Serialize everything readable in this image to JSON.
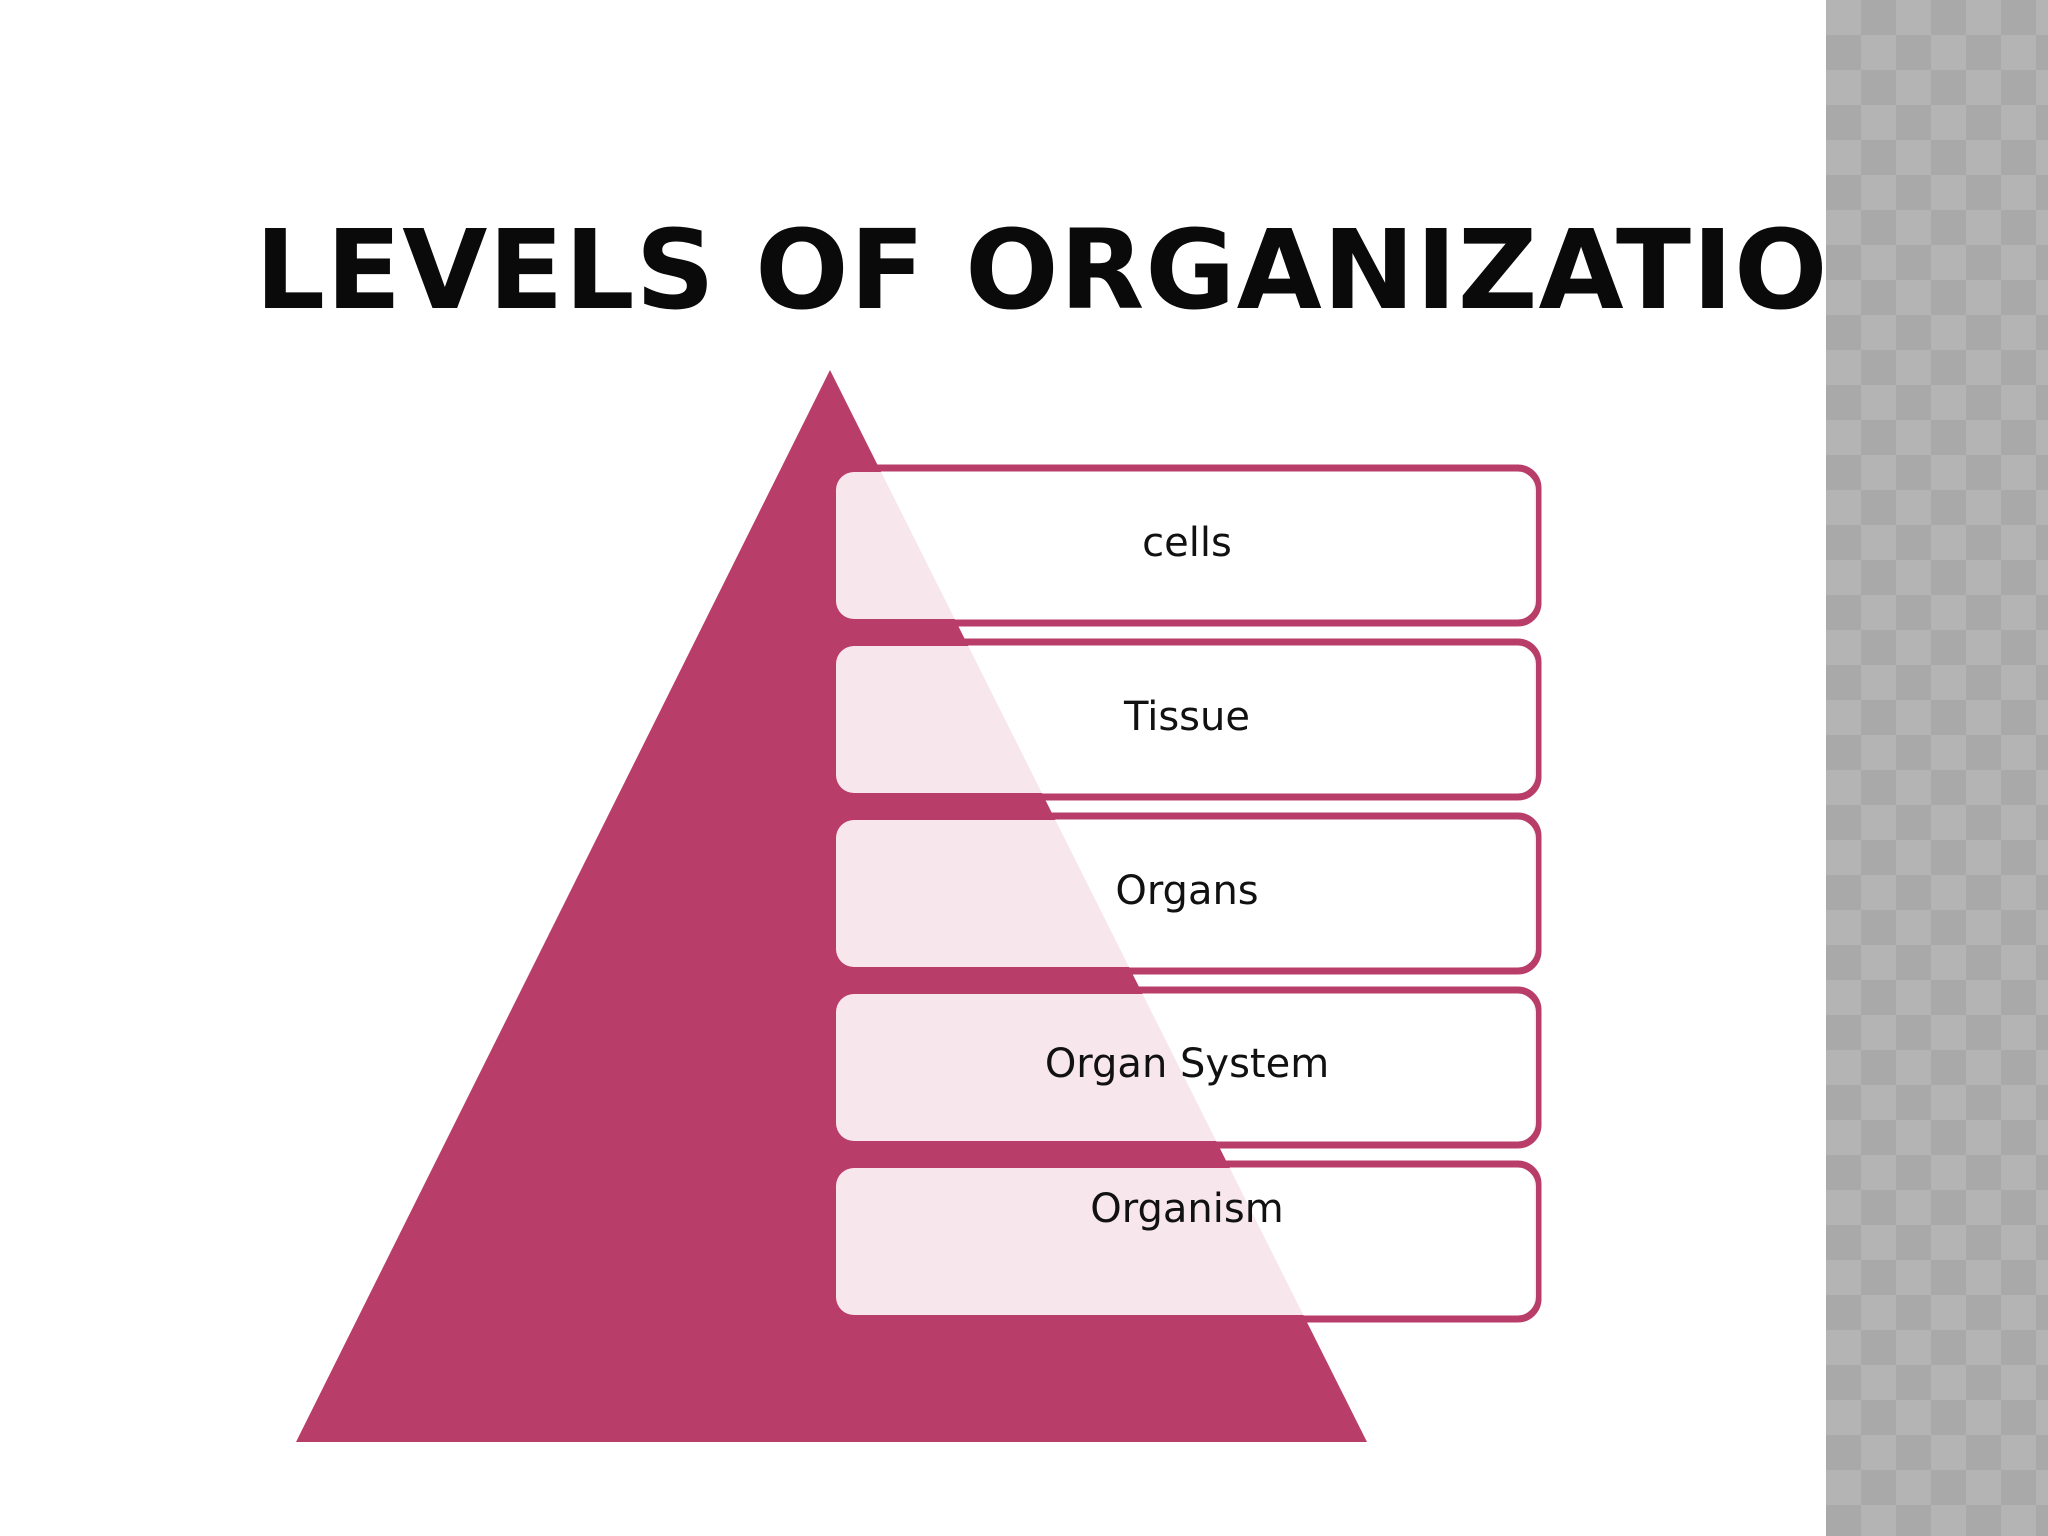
{
  "title": "LEVELS OF ORGANIZATION",
  "levels": [
    {
      "label": "cells"
    },
    {
      "label": "Tissue"
    },
    {
      "label": "Organs"
    },
    {
      "label": "Organ System"
    },
    {
      "label": "Organism"
    }
  ],
  "colors": {
    "accent": "#b83e69",
    "box_fill": "rgba(255,255,255,0.88)",
    "side_panel": "#b4b4b4"
  }
}
